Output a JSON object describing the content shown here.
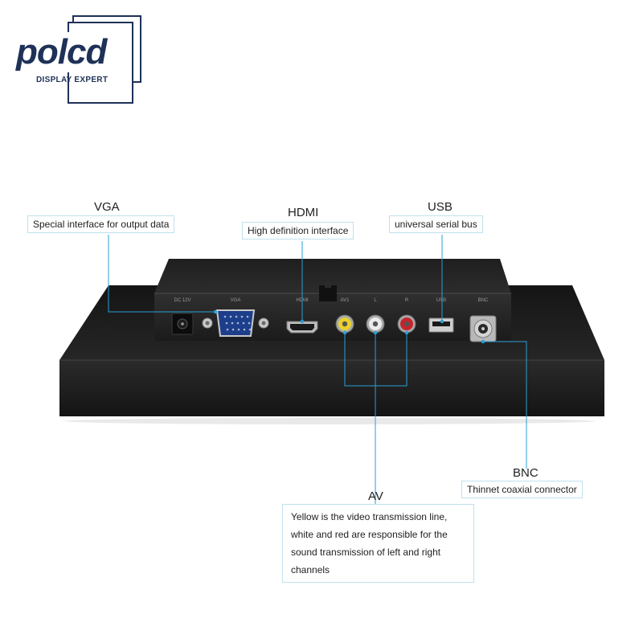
{
  "brand": {
    "logo_text": "polcd",
    "tagline": "DISPLAY EXPERT",
    "color": "#1e3158"
  },
  "callouts": {
    "vga": {
      "title": "VGA",
      "description": "Special interface for output data"
    },
    "hdmi": {
      "title": "HDMI",
      "description": "High definition interface"
    },
    "usb": {
      "title": "USB",
      "description": "universal serial bus"
    },
    "bnc": {
      "title": "BNC",
      "description": "Thinnet coaxial connector"
    },
    "av": {
      "title": "AV",
      "description": "Yellow is the video transmission line, white and red are responsible for the sound transmission of left and right channels"
    }
  },
  "panel_port_labels": [
    "DC 12V",
    "VGA",
    "HDMI",
    "AV1",
    "L",
    "R",
    "USB",
    "BNC"
  ],
  "colors": {
    "callout_line": "#2a9fd6",
    "callout_border": "#bfe1ee",
    "av_video": "#e8d22a",
    "av_left": "#e8e8e8",
    "av_right": "#c8232c"
  }
}
